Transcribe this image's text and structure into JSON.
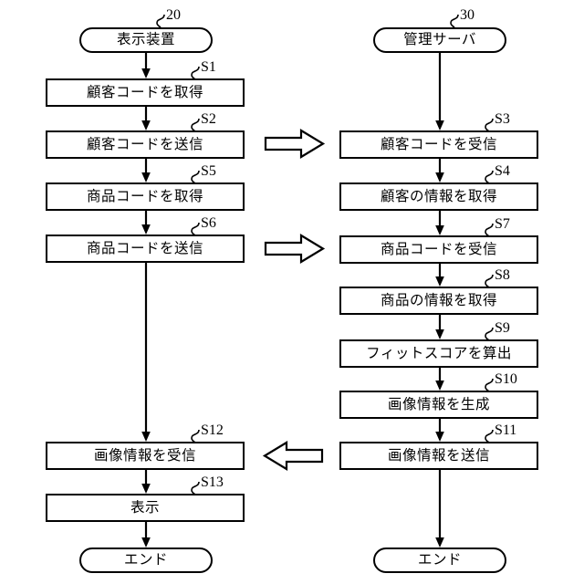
{
  "figure": {
    "type": "flowchart",
    "title": "",
    "lanes": [
      {
        "id": "left",
        "ref": "20",
        "start_label": "表示装置",
        "end_label": "エンド"
      },
      {
        "id": "right",
        "ref": "30",
        "start_label": "管理サーバ",
        "end_label": "エンド"
      }
    ]
  },
  "left_column": {
    "start": {
      "label": "表示装置",
      "ref": "20"
    },
    "steps": [
      {
        "id": "S1",
        "label": "顧客コードを取得"
      },
      {
        "id": "S2",
        "label": "顧客コードを送信"
      },
      {
        "id": "S5",
        "label": "商品コードを取得"
      },
      {
        "id": "S6",
        "label": "商品コードを送信"
      },
      {
        "id": "S12",
        "label": "画像情報を受信"
      },
      {
        "id": "S13",
        "label": "表示"
      }
    ],
    "end": {
      "label": "エンド"
    }
  },
  "right_column": {
    "start": {
      "label": "管理サーバ",
      "ref": "30"
    },
    "steps": [
      {
        "id": "S3",
        "label": "顧客コードを受信"
      },
      {
        "id": "S4",
        "label": "顧客の情報を取得"
      },
      {
        "id": "S7",
        "label": "商品コードを受信"
      },
      {
        "id": "S8",
        "label": "商品の情報を取得"
      },
      {
        "id": "S9",
        "label": "フィットスコアを算出"
      },
      {
        "id": "S10",
        "label": "画像情報を生成"
      },
      {
        "id": "S11",
        "label": "画像情報を送信"
      }
    ],
    "end": {
      "label": "エンド"
    }
  },
  "cross_arrows": [
    {
      "name": "customer-code-transfer",
      "direction": "right",
      "from": "S2",
      "to": "S3"
    },
    {
      "name": "product-code-transfer",
      "direction": "right",
      "from": "S6",
      "to": "S7"
    },
    {
      "name": "image-data-transfer",
      "direction": "left",
      "from": "S11",
      "to": "S12"
    }
  ],
  "colors": {
    "stroke": "#000000",
    "fill": "#ffffff",
    "background": "#ffffff"
  }
}
